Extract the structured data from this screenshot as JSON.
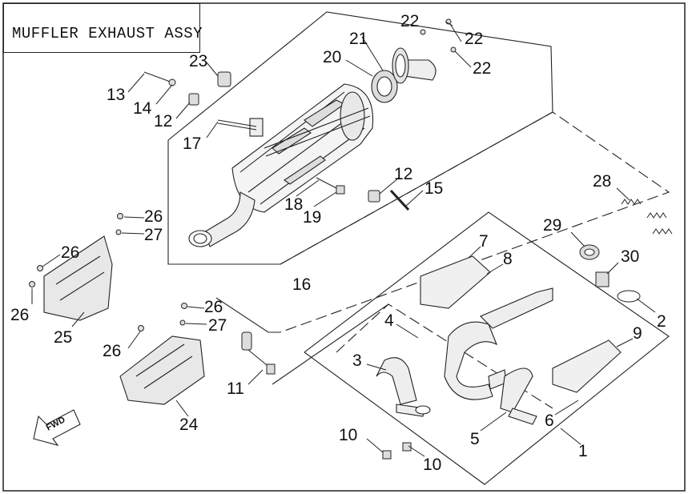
{
  "title": "MUFFLER EXHAUST ASSY",
  "fwd_label": "FWD",
  "callouts": [
    "1",
    "2",
    "3",
    "4",
    "5",
    "6",
    "7",
    "8",
    "9",
    "10",
    "10",
    "11",
    "12",
    "12",
    "13",
    "14",
    "15",
    "16",
    "17",
    "18",
    "19",
    "20",
    "21",
    "22",
    "22",
    "22",
    "23",
    "24",
    "25",
    "26",
    "26",
    "26",
    "26",
    "26",
    "27",
    "27",
    "28",
    "29",
    "30"
  ]
}
